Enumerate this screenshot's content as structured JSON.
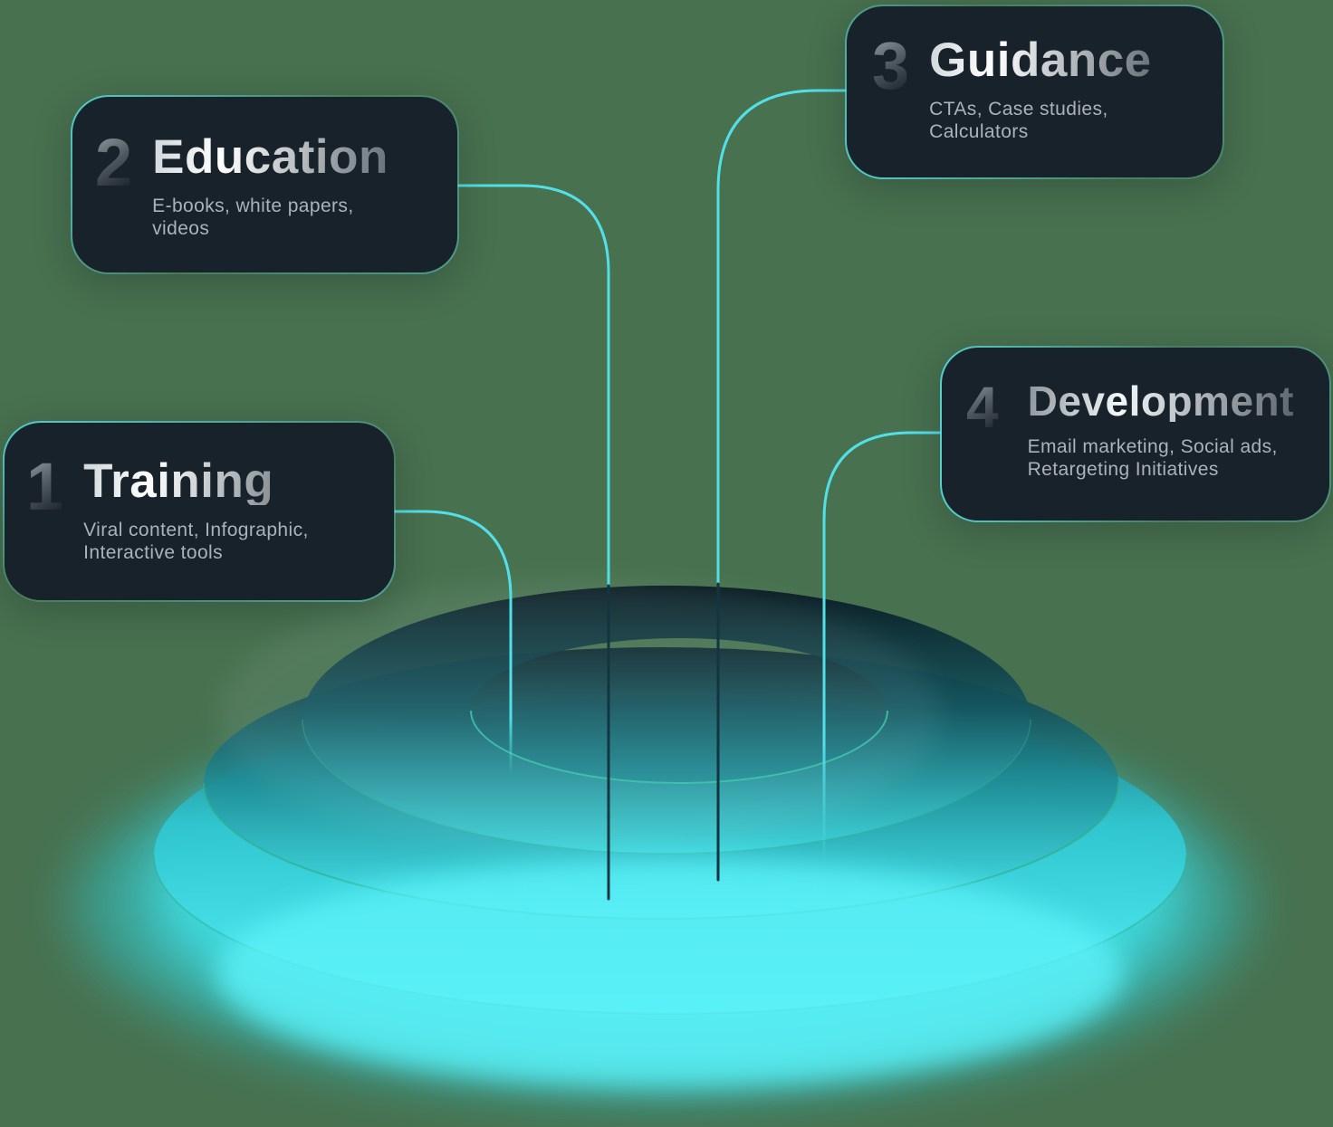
{
  "background_color": "#48714f",
  "palette": {
    "card_background": "#18222b",
    "card_border_accent": "#56dee6",
    "connector_cyan": "#52dfe8",
    "connector_dark": "#123540",
    "funnel_bright_cyan": "#4deef6",
    "funnel_dark_teal": "#091921",
    "funnel_step_edge_green": "#2fae89",
    "title_gradient": [
      "#ffffff",
      "#657077"
    ],
    "number_gradient": [
      "#8d979e",
      "#1e272e"
    ],
    "subtitle_color": "#a9b3b9"
  },
  "steps": [
    {
      "number": "1",
      "title": "Training",
      "desc_lines": [
        "Viral content, Infographic,",
        "Interactive tools"
      ]
    },
    {
      "number": "2",
      "title": "Education",
      "desc_lines": [
        "E-books, white papers,",
        "videos"
      ]
    },
    {
      "number": "3",
      "title": "Guidance",
      "desc_lines": [
        "CTAs, Case studies,",
        "Calculators"
      ]
    },
    {
      "number": "4",
      "title": "Development",
      "desc_lines": [
        "Email marketing, Social ads,",
        "Retargeting Initiatives"
      ]
    }
  ],
  "funnel": {
    "type": "concentric glowing rings (top-down 3D funnel)",
    "tiers": 3,
    "connected_steps": [
      "Training",
      "Education",
      "Guidance",
      "Development"
    ]
  }
}
